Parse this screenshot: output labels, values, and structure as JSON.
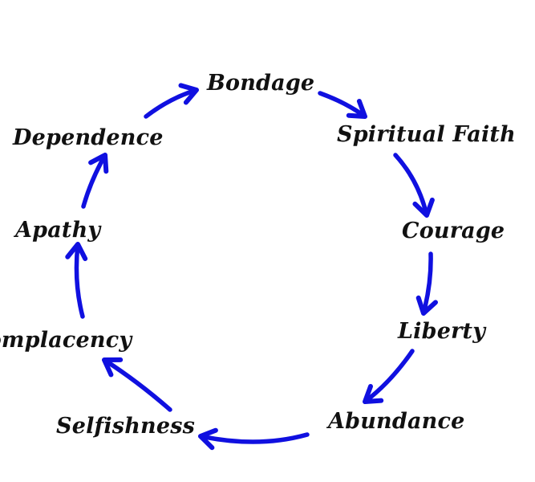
{
  "diagram": {
    "stages": [
      "Bondage",
      "Spiritual Faith",
      "Courage",
      "Liberty",
      "Abundance",
      "Selfishness",
      "Complacency",
      "Apathy",
      "Dependence"
    ],
    "arrow_color": "#1010e0",
    "text_color": "#111111"
  }
}
